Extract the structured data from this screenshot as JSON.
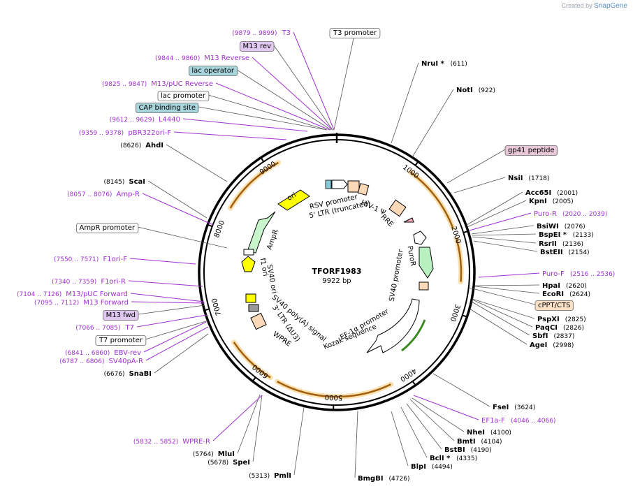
{
  "credit": {
    "prefix": "Created by",
    "brand": "SnapGene"
  },
  "plasmid": {
    "name": "TFORF1983",
    "size": "9922 bp"
  },
  "ticks": [
    "1000",
    "2000",
    "3000",
    "4000",
    "5000",
    "6000",
    "7000",
    "8000",
    "9000"
  ],
  "labels": [
    {
      "kind": "enzyme",
      "name": "NruI *",
      "pos": "(611)"
    },
    {
      "kind": "enzyme",
      "name": "NotI",
      "pos": "(922)"
    },
    {
      "kind": "boxed",
      "text": "gp41 peptide",
      "color": "#e8c8d8"
    },
    {
      "kind": "enzyme",
      "name": "NsiI",
      "pos": "(1718)"
    },
    {
      "kind": "enzyme",
      "name": "Acc65I",
      "pos": "(2001)"
    },
    {
      "kind": "enzyme",
      "name": "KpnI",
      "pos": "(2005)"
    },
    {
      "kind": "primer",
      "name": "Puro-R",
      "pos": "(2020 .. 2039)"
    },
    {
      "kind": "enzyme",
      "name": "BsiWI",
      "pos": "(2076)"
    },
    {
      "kind": "enzyme",
      "name": "BspEI *",
      "pos": "(2133)"
    },
    {
      "kind": "enzyme",
      "name": "RsrII",
      "pos": "(2136)"
    },
    {
      "kind": "enzyme",
      "name": "BstEII",
      "pos": "(2154)"
    },
    {
      "kind": "primer",
      "name": "Puro-F",
      "pos": "(2516 .. 2536)"
    },
    {
      "kind": "enzyme",
      "name": "HpaI",
      "pos": "(2620)"
    },
    {
      "kind": "enzyme",
      "name": "EcoRI",
      "pos": "(2624)"
    },
    {
      "kind": "boxed",
      "text": "cPPT/CTS",
      "color": "#fbe0c8"
    },
    {
      "kind": "enzyme",
      "name": "PspXI",
      "pos": "(2825)"
    },
    {
      "kind": "enzyme",
      "name": "PaqCI",
      "pos": "(2826)"
    },
    {
      "kind": "enzyme",
      "name": "SbfI",
      "pos": "(2837)"
    },
    {
      "kind": "enzyme",
      "name": "AgeI",
      "pos": "(2998)"
    },
    {
      "kind": "enzyme",
      "name": "FseI",
      "pos": "(3624)"
    },
    {
      "kind": "primer",
      "name": "EF1a-F",
      "pos": "(4046 .. 4066)"
    },
    {
      "kind": "enzyme",
      "name": "NheI",
      "pos": "(4100)"
    },
    {
      "kind": "enzyme",
      "name": "BmtI",
      "pos": "(4104)"
    },
    {
      "kind": "enzyme",
      "name": "BstBI",
      "pos": "(4190)"
    },
    {
      "kind": "enzyme",
      "name": "BclI *",
      "pos": "(4335)"
    },
    {
      "kind": "enzyme",
      "name": "BlpI",
      "pos": "(4494)"
    },
    {
      "kind": "enzyme",
      "name": "BmgBI",
      "pos": "(4726)"
    },
    {
      "kind": "enzyme",
      "name": "PmlI",
      "pos": "(5313)"
    },
    {
      "kind": "enzyme",
      "name": "SpeI",
      "pos": "(5678)"
    },
    {
      "kind": "enzyme",
      "name": "MluI",
      "pos": "(5764)"
    },
    {
      "kind": "primer",
      "name": "WPRE-R",
      "pos": "(5832 .. 5852)"
    },
    {
      "kind": "enzyme",
      "name": "SnaBI",
      "pos": "(6676)"
    },
    {
      "kind": "primer",
      "name": "SV40pA-R",
      "pos": "(6787 .. 6806)"
    },
    {
      "kind": "primer",
      "name": "EBV-rev",
      "pos": "(6841 .. 6860)"
    },
    {
      "kind": "boxed",
      "text": "T7 promoter",
      "color": "#ffffff"
    },
    {
      "kind": "primer",
      "name": "T7",
      "pos": "(7066 .. 7085)"
    },
    {
      "kind": "boxed",
      "text": "M13 fwd",
      "color": "#e0c8f0"
    },
    {
      "kind": "primer",
      "name": "M13 Forward",
      "pos": "(7095 .. 7112)"
    },
    {
      "kind": "primer",
      "name": "M13/pUC Forward",
      "pos": "(7104 .. 7126)"
    },
    {
      "kind": "primer",
      "name": "F1ori-R",
      "pos": "(7340 .. 7359)"
    },
    {
      "kind": "primer",
      "name": "F1ori-F",
      "pos": "(7550 .. 7571)"
    },
    {
      "kind": "boxed",
      "text": "AmpR promoter",
      "color": "#ffffff"
    },
    {
      "kind": "primer",
      "name": "Amp-R",
      "pos": "(8057 .. 8076)"
    },
    {
      "kind": "enzyme",
      "name": "ScaI",
      "pos": "(8145)"
    },
    {
      "kind": "enzyme",
      "name": "AhdI",
      "pos": "(8626)"
    },
    {
      "kind": "primer",
      "name": "pBR322ori-F",
      "pos": "(9359 .. 9378)"
    },
    {
      "kind": "primer",
      "name": "L4440",
      "pos": "(9612 .. 9629)"
    },
    {
      "kind": "boxed",
      "text": "CAP binding site",
      "color": "#a8d4dc"
    },
    {
      "kind": "boxed",
      "text": "lac promoter",
      "color": "#ffffff"
    },
    {
      "kind": "primer",
      "name": "M13/pUC Reverse",
      "pos": "(9825 .. 9847)"
    },
    {
      "kind": "boxed",
      "text": "lac operator",
      "color": "#a8d4dc"
    },
    {
      "kind": "primer",
      "name": "M13 Reverse",
      "pos": "(9844 .. 9860)"
    },
    {
      "kind": "boxed",
      "text": "M13 rev",
      "color": "#e0c8f0"
    },
    {
      "kind": "primer",
      "name": "T3",
      "pos": "(9879 .. 9899)"
    },
    {
      "kind": "boxed",
      "text": "T3 promoter",
      "color": "#ffffff"
    }
  ],
  "features": [
    "RSV promoter",
    "5' LTR (truncated)",
    "HIV-1 Ψ",
    "RRE",
    "PuroR",
    "SV40 promoter",
    "EF-1α promoter",
    "Kozak sequence",
    "WPRE",
    "3' LTR (ΔU3)",
    "SV40 poly(A) signal",
    "f1 ori",
    "SV40 ori",
    "AmpR",
    "ori"
  ],
  "colors": {
    "primer": "#a030d0",
    "orf": "#f5a623",
    "puro": "#b8f0c0",
    "ampr": "#c8f5cc",
    "ori": "#ffff00",
    "ltr": "#fbd8b8",
    "backbone": "#000000"
  }
}
